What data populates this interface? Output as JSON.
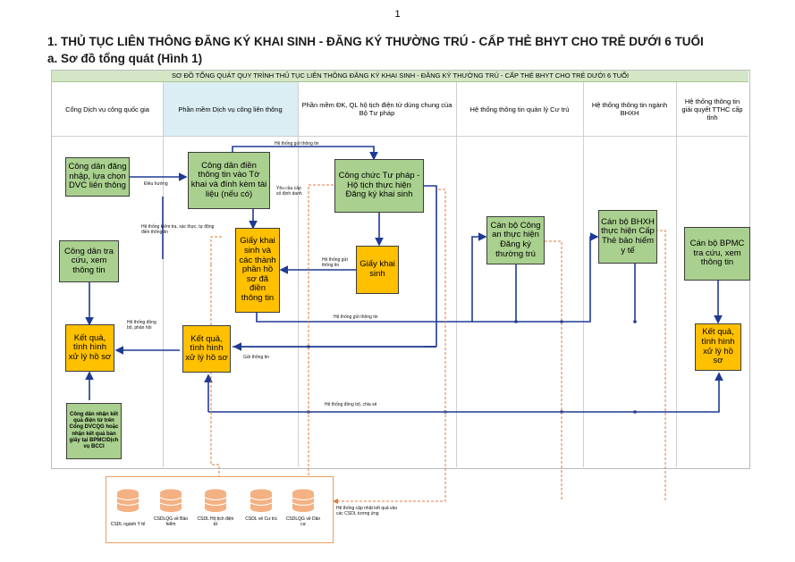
{
  "page_number": "1",
  "heading": "1. THỦ TỤC LIÊN THÔNG ĐĂNG KÝ KHAI SINH - ĐĂNG KÝ THƯỜNG TRÚ - CẤP THẺ BHYT CHO TRẺ DƯỚI 6 TUỔI",
  "subheading": "a. Sơ đồ tổng quát (Hình 1)",
  "diagram": {
    "title": "SƠ ĐỒ TỔNG QUÁT QUY TRÌNH THỦ TỤC LIÊN THÔNG ĐĂNG KÝ KHAI SINH - ĐĂNG KÝ THƯỜNG TRÚ - CẤP THẺ BHYT CHO TRẺ DƯỚI 6 TUỔI",
    "lanes": [
      "Cổng Dịch vụ công quốc gia",
      "Phần mềm Dịch vụ công liên thông",
      "Phần mềm ĐK, QL hộ tịch điện tử dùng chung của Bộ Tư pháp",
      "Hệ thống thông tin quản lý Cư trú",
      "Hệ thống thông tin ngành BHXH",
      "Hệ thống thông tin giải quyết TTHC cấp tỉnh"
    ],
    "boxes": {
      "citizen_login": "Công dân đăng nhập, lựa chọn DVC liên thông",
      "citizen_lookup": "Công dân tra cứu, xem thông tin",
      "result_portal": "Kết quả, tình hình xử lý hồ sơ",
      "citizen_receive": "Công dân nhận kết quả điện tử trên Cổng DVCQG hoặc nhận kết quả bản giấy tại BPMC/Dịch vụ BCCI",
      "citizen_fill": "Công dân điền thông tin vào Tờ khai và đính kèm tài liệu (nếu có)",
      "birth_cert_docs": "Giấy khai sinh và các thành phần hồ sơ đã điền thông tin",
      "result_liaison": "Kết quả, tình hình xử lý hồ sơ",
      "justice_officer": "Công chức Tư pháp - Hộ tịch thực hiện Đăng ký khai sinh",
      "birth_cert": "Giấy khai sinh",
      "police_officer": "Cán bộ Công an thực hiện Đăng ký thường trú",
      "bhxh_officer": "Cán bộ BHXH thực hiện Cấp Thẻ bảo hiểm y tế",
      "bpmc_officer": "Cán bộ BPMC tra cứu, xem thông tin",
      "result_province": "Kết quả, tình hình xử lý hồ sơ"
    },
    "edge_labels": {
      "navigate": "Điều hướng",
      "send_info_top": "Hệ thống gửi thông tin",
      "request_id": "Yêu cầu cấp số định danh",
      "check_auth": "Hệ thống kiểm tra, xác thực, tự động điền thông tin",
      "send_info_mid": "Hệ thống gửi thông tin",
      "send_info_bottom": "Hệ thống gửi thông tin",
      "sync_feedback": "Hệ thống đồng bộ, phản hồi",
      "send_notice": "Gửi thông tin",
      "sync_share": "Hệ thống đồng bộ, chia sẻ",
      "update_db": "Hệ thống cập nhật kết quả vào các CSDL tương ứng"
    },
    "databases": [
      "CSDL ngành Y tế",
      "CSDLQG về Bảo hiểm",
      "CSDL Hộ tịch điện tử",
      "CSDL về Cư trú",
      "CSDLQG về Dân cư"
    ],
    "colors": {
      "banner": "#d5e6c7",
      "lane_highlight": "#daeef3",
      "green_box": "#a9d08e",
      "orange_box": "#ffc000",
      "blue_arrow": "#1f3a93",
      "orange_dashed": "#e07b39",
      "db_icon": "#f4b183"
    }
  }
}
